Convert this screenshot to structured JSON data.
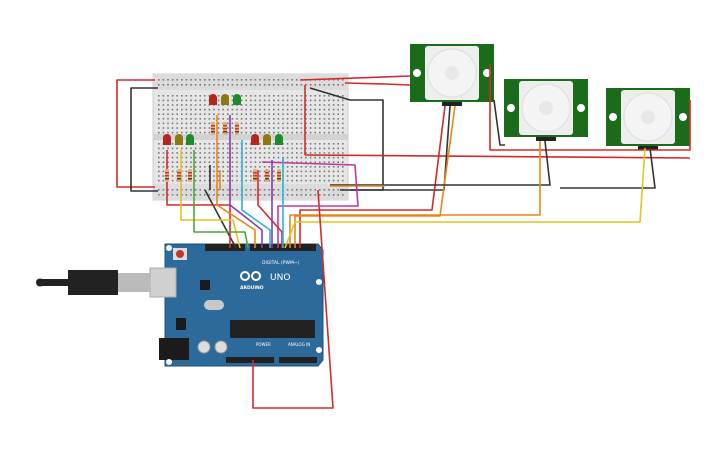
{
  "arduino": {
    "brand": "ARDUINO",
    "model": "UNO",
    "digital_label": "DIGITAL (PWM~)",
    "power_label": "POWER",
    "analog_label": "ANALOG IN",
    "board_color": "#2d6a9c"
  },
  "colors": {
    "breadboard": "#e6e6e6",
    "pir_board": "#1a6b1a",
    "wire_red": "#d42a2a",
    "wire_black": "#333333",
    "wire_orange": "#e8861a",
    "wire_yellow": "#e6c31e",
    "wire_green": "#4aa83a",
    "wire_purple": "#8a3aa8",
    "wire_cyan": "#29b4d6",
    "wire_magenta": "#c0399a"
  },
  "components": {
    "leds": [
      "red",
      "yellow",
      "green",
      "red",
      "yellow",
      "green",
      "red",
      "yellow",
      "green"
    ],
    "pir_sensors": 3
  }
}
